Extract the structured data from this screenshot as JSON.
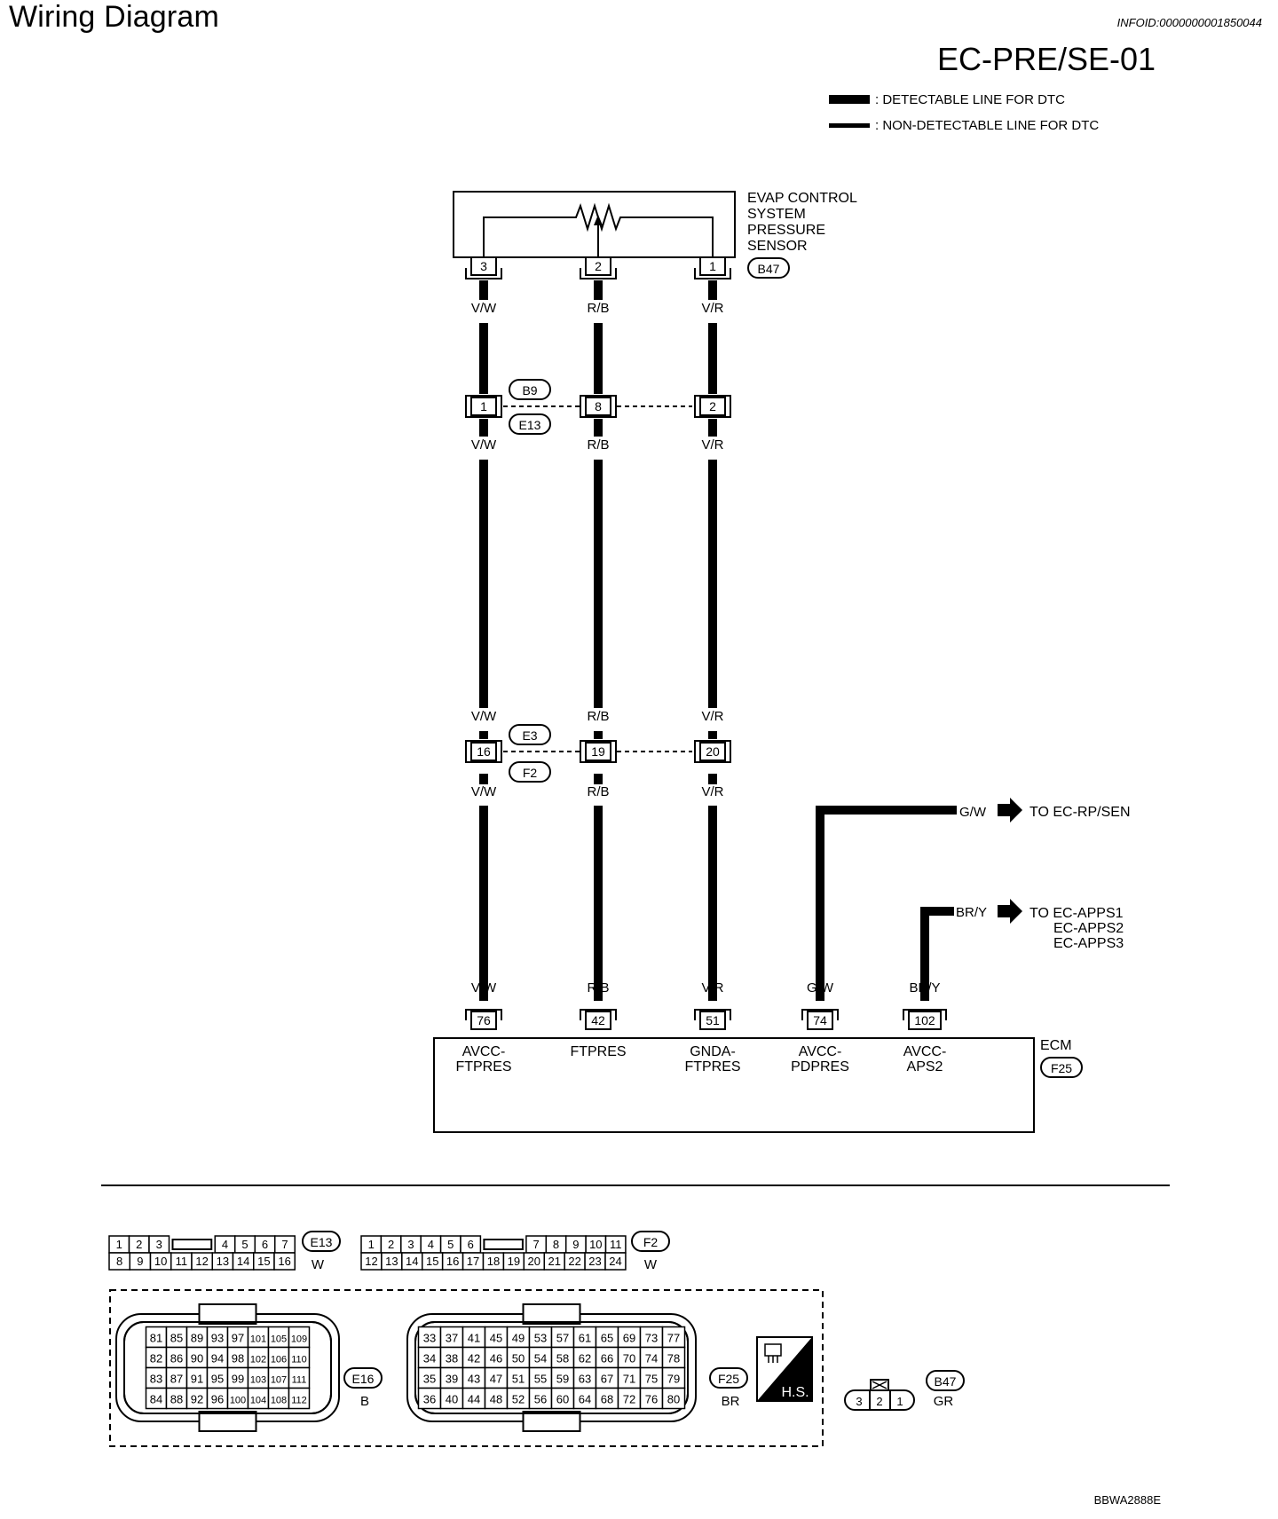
{
  "header": {
    "title": "Wiring Diagram",
    "info_id": "INFOID:0000000001850044",
    "diagram_code": "EC-PRE/SE-01"
  },
  "legend": {
    "detectable": ": DETECTABLE LINE FOR DTC",
    "non_detectable": ": NON-DETECTABLE LINE FOR DTC"
  },
  "sensor": {
    "name_lines": [
      "EVAP CONTROL",
      "SYSTEM",
      "PRESSURE",
      "SENSOR"
    ],
    "connector": "B47",
    "pins": [
      "3",
      "2",
      "1"
    ]
  },
  "wire_colors": [
    "V/W",
    "R/B",
    "V/R"
  ],
  "junction1": {
    "connector_top": "B9",
    "connector_bottom": "E13",
    "pins": [
      "1",
      "8",
      "2"
    ]
  },
  "junction2": {
    "connector_top": "E3",
    "connector_bottom": "F2",
    "pins": [
      "16",
      "19",
      "20"
    ]
  },
  "ecm": {
    "name": "ECM",
    "connector": "F25",
    "pins": [
      {
        "num": "76",
        "wire": "V/W",
        "label_lines": [
          "AVCC-",
          "FTPRES"
        ]
      },
      {
        "num": "42",
        "wire": "R/B",
        "label_lines": [
          "FTPRES"
        ]
      },
      {
        "num": "51",
        "wire": "V/R",
        "label_lines": [
          "GNDA-",
          "FTPRES"
        ]
      },
      {
        "num": "74",
        "wire": "G/W",
        "label_lines": [
          "AVCC-",
          "PDPRES"
        ]
      },
      {
        "num": "102",
        "wire": "BR/Y",
        "label_lines": [
          "AVCC-",
          "APS2"
        ]
      }
    ]
  },
  "references": [
    {
      "wire": "G/W",
      "lines": [
        "TO EC-RP/SEN"
      ]
    },
    {
      "wire": "BR/Y",
      "lines": [
        "TO EC-APPS1",
        "EC-APPS2",
        "EC-APPS3"
      ]
    }
  ],
  "connector_views": {
    "e13": {
      "id": "E13",
      "color": "W",
      "top": [
        "1",
        "2",
        "3",
        "",
        "4",
        "5",
        "6",
        "7"
      ],
      "bottom": [
        "8",
        "9",
        "10",
        "11",
        "12",
        "13",
        "14",
        "15",
        "16"
      ]
    },
    "f2": {
      "id": "F2",
      "color": "W",
      "top": [
        "1",
        "2",
        "3",
        "4",
        "5",
        "6",
        "",
        "7",
        "8",
        "9",
        "10",
        "11"
      ],
      "bottom": [
        "12",
        "13",
        "14",
        "15",
        "16",
        "17",
        "18",
        "19",
        "20",
        "21",
        "22",
        "23",
        "24"
      ]
    },
    "e16": {
      "id": "E16",
      "color": "B",
      "rows": [
        [
          "81",
          "85",
          "89",
          "93",
          "97",
          "101",
          "105",
          "109"
        ],
        [
          "82",
          "86",
          "90",
          "94",
          "98",
          "102",
          "106",
          "110"
        ],
        [
          "83",
          "87",
          "91",
          "95",
          "99",
          "103",
          "107",
          "111"
        ],
        [
          "84",
          "88",
          "92",
          "96",
          "100",
          "104",
          "108",
          "112"
        ]
      ]
    },
    "f25": {
      "id": "F25",
      "color": "BR",
      "rows": [
        [
          "33",
          "37",
          "41",
          "45",
          "49",
          "53",
          "57",
          "61",
          "65",
          "69",
          "73",
          "77"
        ],
        [
          "34",
          "38",
          "42",
          "46",
          "50",
          "54",
          "58",
          "62",
          "66",
          "70",
          "74",
          "78"
        ],
        [
          "35",
          "39",
          "43",
          "47",
          "51",
          "55",
          "59",
          "63",
          "67",
          "71",
          "75",
          "79"
        ],
        [
          "36",
          "40",
          "44",
          "48",
          "52",
          "56",
          "60",
          "64",
          "68",
          "72",
          "76",
          "80"
        ]
      ]
    },
    "hs_label": "H.S.",
    "b47": {
      "id": "B47",
      "color": "GR",
      "pins": [
        "3",
        "2",
        "1"
      ]
    }
  },
  "footer_code": "BBWA2888E"
}
